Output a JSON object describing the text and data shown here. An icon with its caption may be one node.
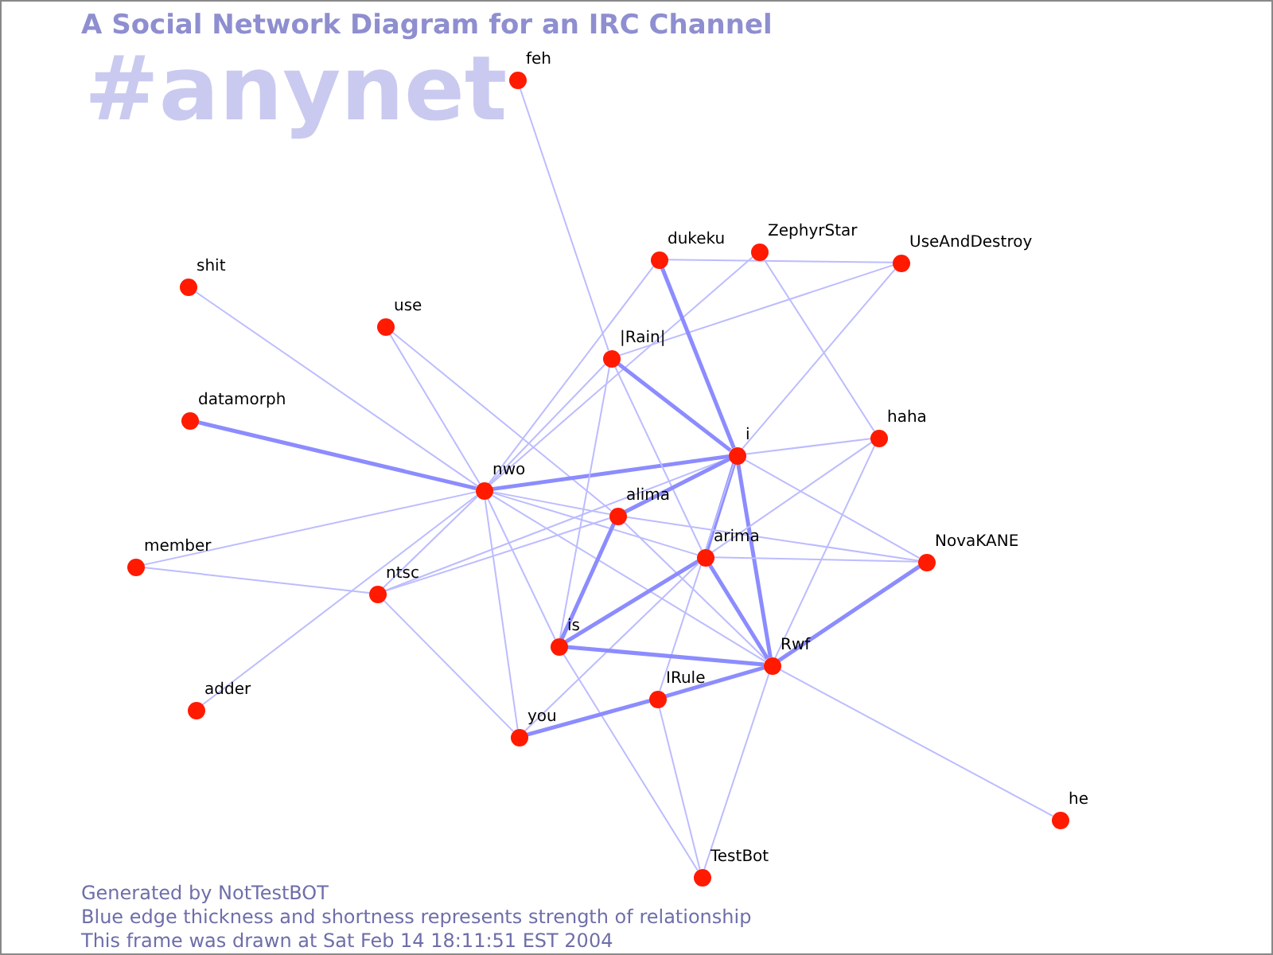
{
  "diagram": {
    "title": "A Social Network Diagram for an IRC Channel",
    "nodes": [
      {
        "text": [
          "feh"
        ]
      },
      {
        "text": [
          "shit"
        ]
      },
      {
        "text": [
          "use"
        ]
      },
      {
        "text": [
          "dukeku"
        ]
      },
      {
        "text": [
          "ZephyrStar"
        ]
      },
      {
        "text": [
          "UseAndDestroy"
        ]
      },
      {
        "text": [
          "|Rain|"
        ]
      },
      {
        "text": [
          "datamorph"
        ]
      },
      {
        "text": [
          "haha"
        ]
      },
      {
        "text": [
          "i"
        ]
      },
      {
        "text": [
          "nwo"
        ]
      },
      {
        "text": [
          "alima"
        ]
      },
      {
        "text": [
          "member"
        ]
      },
      {
        "text": [
          "NovaKANE"
        ]
      },
      {
        "text": [
          "arima"
        ]
      },
      {
        "text": [
          "ntsc"
        ]
      },
      {
        "text": [
          "is"
        ]
      },
      {
        "text": [
          "Rwf"
        ]
      },
      {
        "text": [
          "adder"
        ]
      },
      {
        "text": [
          "IRule"
        ]
      },
      {
        "text": [
          "you"
        ]
      },
      {
        "text": [
          "he"
        ]
      },
      {
        "text": [
          "TestBot"
        ]
      }
    ],
    "edges": [
      {
        "from": 0,
        "to": 6,
        "arrow": "none"
      },
      {
        "from": 1,
        "to": 10,
        "arrow": "none"
      },
      {
        "from": 2,
        "to": 10,
        "arrow": "none"
      },
      {
        "from": 2,
        "to": 11,
        "arrow": "none"
      },
      {
        "from": 7,
        "to": 10,
        "arrow": "none",
        "style": "thick"
      },
      {
        "from": 12,
        "to": 10,
        "arrow": "none"
      },
      {
        "from": 12,
        "to": 15,
        "arrow": "none"
      },
      {
        "from": 18,
        "to": 10,
        "arrow": "none"
      },
      {
        "from": 10,
        "to": 9,
        "arrow": "none",
        "style": "thick"
      },
      {
        "from": 10,
        "to": 3,
        "arrow": "none"
      },
      {
        "from": 10,
        "to": 4,
        "arrow": "none"
      },
      {
        "from": 10,
        "to": 6,
        "arrow": "none"
      },
      {
        "from": 10,
        "to": 11,
        "arrow": "none"
      },
      {
        "from": 10,
        "to": 14,
        "arrow": "none"
      },
      {
        "from": 10,
        "to": 17,
        "arrow": "none"
      },
      {
        "from": 10,
        "to": 16,
        "arrow": "none"
      },
      {
        "from": 10,
        "to": 20,
        "arrow": "none"
      },
      {
        "from": 10,
        "to": 15,
        "arrow": "none"
      },
      {
        "from": 15,
        "to": 11,
        "arrow": "none"
      },
      {
        "from": 15,
        "to": 9,
        "arrow": "none"
      },
      {
        "from": 15,
        "to": 20,
        "arrow": "none"
      },
      {
        "from": 6,
        "to": 9,
        "arrow": "none",
        "style": "thick"
      },
      {
        "from": 6,
        "to": 14,
        "arrow": "none"
      },
      {
        "from": 6,
        "to": 16,
        "arrow": "none"
      },
      {
        "from": 6,
        "to": 5,
        "arrow": "none"
      },
      {
        "from": 3,
        "to": 9,
        "arrow": "none",
        "style": "thick"
      },
      {
        "from": 3,
        "to": 5,
        "arrow": "none"
      },
      {
        "from": 4,
        "to": 8,
        "arrow": "none"
      },
      {
        "from": 5,
        "to": 9,
        "arrow": "none"
      },
      {
        "from": 9,
        "to": 8,
        "arrow": "none"
      },
      {
        "from": 9,
        "to": 11,
        "arrow": "none",
        "style": "thick"
      },
      {
        "from": 9,
        "to": 14,
        "arrow": "none",
        "style": "thick"
      },
      {
        "from": 9,
        "to": 13,
        "arrow": "none"
      },
      {
        "from": 9,
        "to": 17,
        "arrow": "none",
        "style": "thick"
      },
      {
        "from": 9,
        "to": 19,
        "arrow": "none"
      },
      {
        "from": 8,
        "to": 14,
        "arrow": "none"
      },
      {
        "from": 8,
        "to": 17,
        "arrow": "none"
      },
      {
        "from": 11,
        "to": 13,
        "arrow": "none"
      },
      {
        "from": 11,
        "to": 16,
        "arrow": "none",
        "style": "thick"
      },
      {
        "from": 11,
        "to": 17,
        "arrow": "none"
      },
      {
        "from": 14,
        "to": 13,
        "arrow": "none"
      },
      {
        "from": 14,
        "to": 16,
        "arrow": "none",
        "style": "thick"
      },
      {
        "from": 14,
        "to": 17,
        "arrow": "none",
        "style": "thick"
      },
      {
        "from": 14,
        "to": 20,
        "arrow": "none"
      },
      {
        "from": 13,
        "to": 17,
        "arrow": "none",
        "style": "thick"
      },
      {
        "from": 16,
        "to": 17,
        "arrow": "none",
        "style": "thick"
      },
      {
        "from": 16,
        "to": 22,
        "arrow": "none"
      },
      {
        "from": 17,
        "to": 19,
        "arrow": "none",
        "style": "thick"
      },
      {
        "from": 17,
        "to": 21,
        "arrow": "none"
      },
      {
        "from": 17,
        "to": 22,
        "arrow": "none"
      },
      {
        "from": 19,
        "to": 20,
        "arrow": "none",
        "style": "thick"
      },
      {
        "from": 19,
        "to": 22,
        "arrow": "none"
      }
    ],
    "labels": [
      "#anynet",
      "Generated by NotTestBOT",
      "Blue edge thickness and shortness represents strength of relationship",
      "This frame was drawn at Sat Feb 14 18:11:51 EST 2004"
    ]
  }
}
